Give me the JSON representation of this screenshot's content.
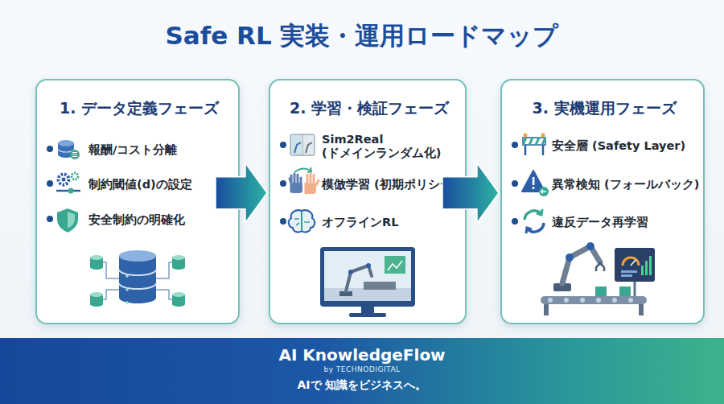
{
  "diagram": {
    "title": "Safe RL 実装・運用ロードマップ",
    "nodes": [
      {
        "text": [
          "1. データ定義フェーズ",
          "報酬/コスト分離",
          "制約閾値(d)の設定",
          "安全制約の明確化"
        ]
      },
      {
        "text": [
          "2. 学習・検証フェーズ",
          "Sim2Real (ドメインランダム化)",
          "模倣学習 (初期ポリシー)",
          "オフラインRL"
        ]
      },
      {
        "text": [
          "3. 実機運用フェーズ",
          "安全層 (Safety Layer)",
          "異常検知 (フォールバック)",
          "違反データ再学習"
        ]
      },
      {
        "text": [
          "AI KnowledgeFlow",
          "by TECHNODIGITAL",
          "AIで 知識をビジネスへ。"
        ]
      }
    ],
    "edges": [
      {
        "from": 0,
        "to": 1,
        "arrow": "to"
      },
      {
        "from": 1,
        "to": 2,
        "arrow": "to"
      }
    ]
  }
}
